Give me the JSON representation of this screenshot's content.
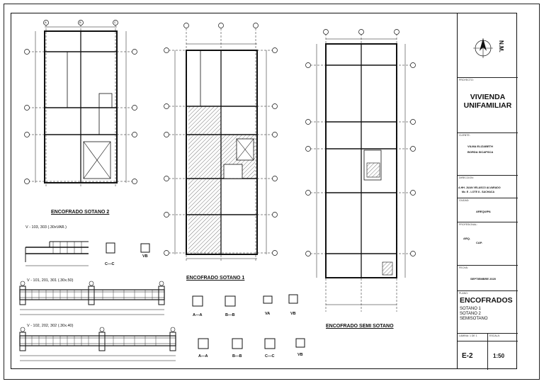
{
  "drawings": {
    "plan1_title": "ENCOFRADO SOTANO 2",
    "plan2_title": "ENCOFRADO SOTANO 1",
    "plan3_title": "ENCOFRADO SEMI SOTANO",
    "beam1": "V - 103, 303 (.30xVAR.)",
    "beam2": "V - 101, 201, 301 (.30x.50)",
    "beam3": "V - 102, 202, 302 (.30x.40)",
    "sec_cc": "C—C",
    "sec_vb": "VB",
    "sec_aa": "A—A",
    "sec_bb": "B—B",
    "sec_va": "VA",
    "sec_vb2": "VB",
    "sec_aa2": "A—A",
    "sec_bb2": "B—B",
    "sec_cc2": "C—C",
    "sec_vb3": "VB",
    "axis_a": "A",
    "axis_b": "B",
    "axis_c": "C"
  },
  "titleblock": {
    "proyecto_cap": "PROYECTO:",
    "project_line1": "VIVIENDA",
    "project_line2": "UNIFAMILIAR",
    "cliente_cap": "CLIENTE:",
    "client_line1": "VILMA ELIZABETH",
    "client_line2": "BORDA SICAPSCA",
    "direccion_cap": "DIRECCION:",
    "address_line1": "A.HH. JUAN VELASCO ALVARADO",
    "address_line2": "Mz. E - LOTE 8 - SACHACA",
    "ciudad_cap": "CIUDAD:",
    "city": "AREQUIPA",
    "profesional_cap": "PROFESIONAL:",
    "prof_line1": "ARQ.",
    "prof_line2": "CAP.",
    "fecha_cap": "FECHA:",
    "date": "SEPTIEMBRE 2020",
    "plano_cap": "PLANO:",
    "sheet_title": "ENCOFRADOS",
    "sheet_sub1": "SOTANO 1",
    "sheet_sub2": "SOTANO 2",
    "sheet_sub3": "SEMISOTANO",
    "lamina_cap": "LAMINA:  1 DE 1",
    "escala_cap": "ESCALA:",
    "sheet_no": "E-2",
    "scale": "1:50"
  }
}
